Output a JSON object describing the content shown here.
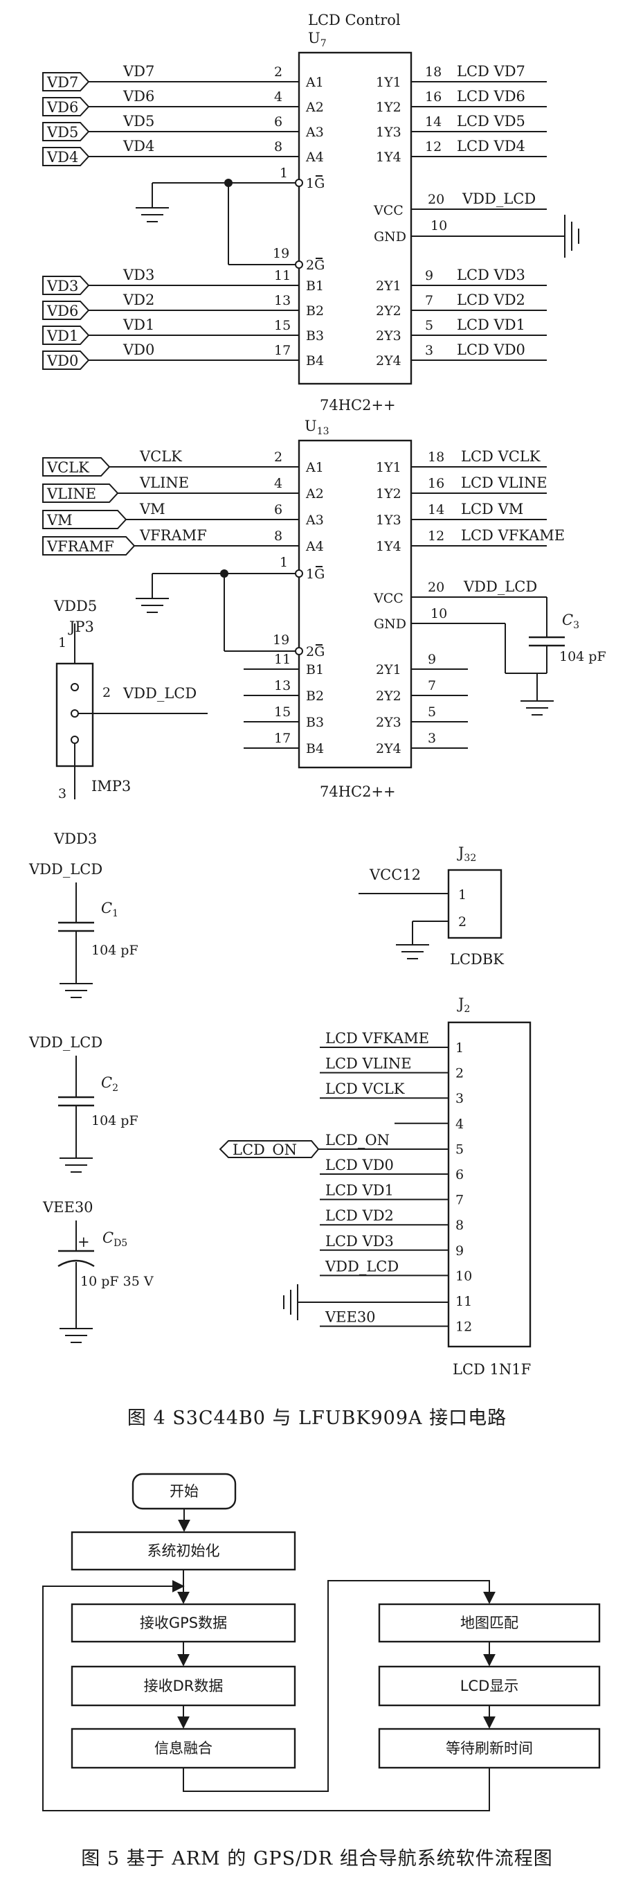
{
  "fig4": {
    "u7": {
      "title": "LCD Control",
      "ref": "U",
      "ref_sub": "7",
      "part": "74HC2++",
      "left_ports": [
        "VD7",
        "VD6",
        "VD5",
        "VD4"
      ],
      "left_ports_b": [
        "VD3",
        "VD6",
        "VD1",
        "VD0"
      ],
      "left_nets": [
        "VD7",
        "VD6",
        "VD5",
        "VD4",
        "VD3",
        "VD2",
        "VD1",
        "VD0"
      ],
      "left_pins": [
        "2",
        "4",
        "6",
        "8",
        "11",
        "13",
        "15",
        "17"
      ],
      "left_pin_names": [
        "A1",
        "A2",
        "A3",
        "A4",
        "B1",
        "B2",
        "B3",
        "B4"
      ],
      "g1_pin": "1",
      "g1_name": "1G",
      "g2_pin": "19",
      "g2_name": "2G",
      "right_pin_names": [
        "1Y1",
        "1Y2",
        "1Y3",
        "1Y4",
        "2Y1",
        "2Y2",
        "2Y3",
        "2Y4"
      ],
      "right_pins": [
        "18",
        "16",
        "14",
        "12",
        "9",
        "7",
        "5",
        "3"
      ],
      "right_nets": [
        "LCD VD7",
        "LCD VD6",
        "LCD VD5",
        "LCD VD4",
        "LCD VD3",
        "LCD VD2",
        "LCD VD1",
        "LCD VD0"
      ],
      "vcc_name": "VCC",
      "vcc_pin": "20",
      "vcc_net": "VDD_LCD",
      "gnd_name": "GND",
      "gnd_pin": "10"
    },
    "u13": {
      "ref": "U",
      "ref_sub": "13",
      "part": "74HC2++",
      "left_ports": [
        "VCLK",
        "VLINE",
        "VM",
        "VFRAMF"
      ],
      "left_nets": [
        "VCLK",
        "VLINE",
        "VM",
        "VFRAMF"
      ],
      "left_pins": [
        "2",
        "4",
        "6",
        "8",
        "11",
        "13",
        "15",
        "17"
      ],
      "left_pin_names": [
        "A1",
        "A2",
        "A3",
        "A4",
        "B1",
        "B2",
        "B3",
        "B4"
      ],
      "g1_pin": "1",
      "g1_name": "1G",
      "g2_pin": "19",
      "g2_name": "2G",
      "right_pin_names": [
        "1Y1",
        "1Y2",
        "1Y3",
        "1Y4",
        "2Y1",
        "2Y2",
        "2Y3",
        "2Y4"
      ],
      "right_pins": [
        "18",
        "16",
        "14",
        "12",
        "9",
        "7",
        "5",
        "3"
      ],
      "right_nets": [
        "LCD VCLK",
        "LCD VLINE",
        "LCD VM",
        "LCD VFKAME"
      ],
      "vcc_name": "VCC",
      "vcc_pin": "20",
      "vcc_net": "VDD_LCD",
      "gnd_name": "GND",
      "gnd_pin": "10",
      "cap_ref": "C",
      "cap_sub": "3",
      "cap_value": "104 pF"
    },
    "jp3": {
      "top_net": "VDD5",
      "ref": "JP3",
      "pin1": "1",
      "pin2": "2",
      "pin3": "3",
      "mid_net": "VDD_LCD",
      "name": "IMP3",
      "bottom_net": "VDD3"
    },
    "c1": {
      "net": "VDD_LCD",
      "ref": "C",
      "sub": "1",
      "value": "104 pF"
    },
    "c2": {
      "net": "VDD_LCD",
      "ref": "C",
      "sub": "2",
      "value": "104 pF"
    },
    "cd5": {
      "net": "VEE30",
      "ref": "C",
      "sub": "D5",
      "value": "10 pF 35 V",
      "plus": "+"
    },
    "j32": {
      "ref": "J",
      "sub": "32",
      "net": "VCC12",
      "pins": [
        "1",
        "2"
      ],
      "name": "LCDBK"
    },
    "j2": {
      "ref": "J",
      "sub": "2",
      "name": "LCD 1N1F",
      "port": "LCD_ON",
      "nets": [
        "LCD VFKAME",
        "LCD VLINE",
        "LCD VCLK",
        "",
        "LCD_ON",
        "LCD VD0",
        "LCD VD1",
        "LCD VD2",
        "LCD VD3",
        "VDD_LCD",
        "",
        "VEE30"
      ],
      "pins": [
        "1",
        "2",
        "3",
        "4",
        "5",
        "6",
        "7",
        "8",
        "9",
        "10",
        "11",
        "12"
      ]
    },
    "caption": "图 4   S3C44B0 与 LFUBK909A 接口电路"
  },
  "fig5": {
    "start": "开始",
    "init": "系统初始化",
    "recv_gps": "接收GPS数据",
    "recv_dr": "接收DR数据",
    "fusion": "信息融合",
    "map_match": "地图匹配",
    "lcd_show": "LCD显示",
    "wait": "等待刷新时间",
    "caption": "图 5   基于 ARM 的 GPS/DR 组合导航系统软件流程图"
  }
}
